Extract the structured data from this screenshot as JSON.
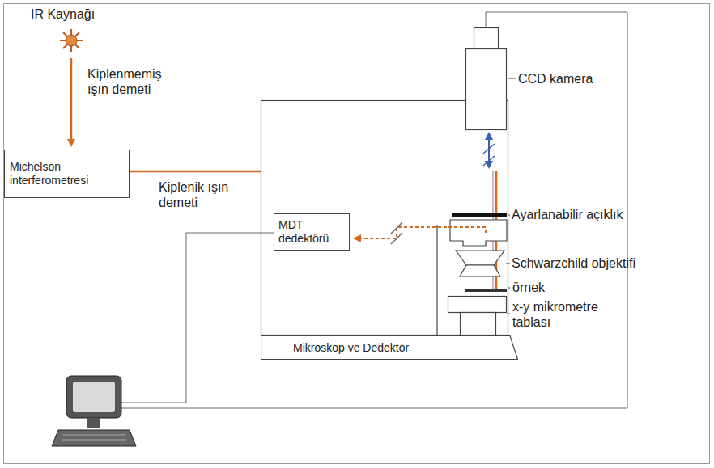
{
  "diagram": {
    "nodes": [
      {
        "text": [
          "Michelson interferometresi"
        ]
      },
      {
        "text": [
          "MDT dedektörü"
        ]
      },
      {
        "text": [
          "Mikroskop ve Dedektör"
        ]
      }
    ],
    "labels": [
      "IR Kaynağı",
      "Kiplenmemiş ışın demeti",
      "Kiplenik ışın demeti",
      "CCD kamera",
      "Ayarlanabilir açıklık",
      "Schwarzchild objektifi",
      "örnek",
      "x-y mikrometre tablası"
    ]
  }
}
